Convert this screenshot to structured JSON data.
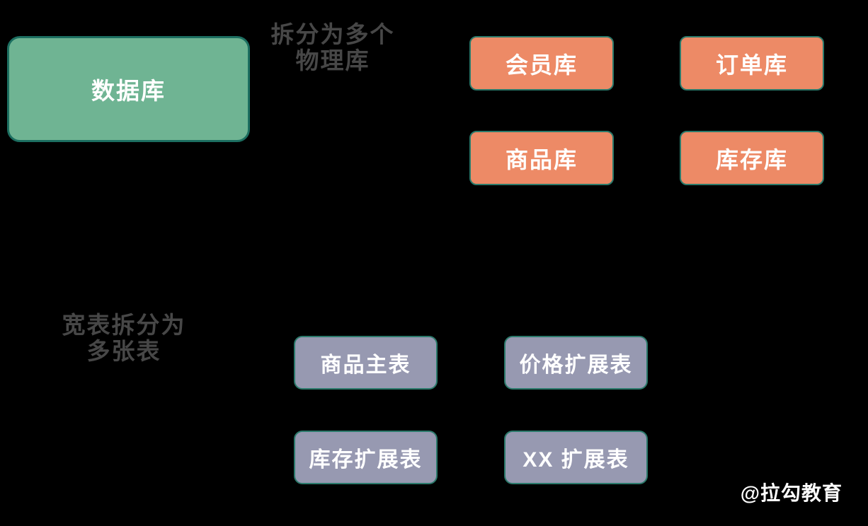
{
  "background": "#000000",
  "database_box": {
    "label": "数据库",
    "fill": "#6FB493",
    "border": "#1C6E60"
  },
  "annotations": {
    "text_color": "#474747",
    "physical_split": {
      "line1": "拆分为多个",
      "line2": "物理库"
    },
    "table_split": {
      "line1": "宽表拆分为",
      "line2": "多张表"
    }
  },
  "physical_databases": {
    "fill": "#ED8A66",
    "border": "#2B7A6B",
    "items": [
      {
        "label": "会员库"
      },
      {
        "label": "订单库"
      },
      {
        "label": "商品库"
      },
      {
        "label": "库存库"
      }
    ]
  },
  "tables": {
    "fill": "#9799B1",
    "border": "#2B7A6B",
    "items": [
      {
        "label": "商品主表"
      },
      {
        "label": "价格扩展表"
      },
      {
        "label": "库存扩展表"
      },
      {
        "label": "XX 扩展表"
      }
    ]
  },
  "watermark": {
    "label": "@拉勾教育",
    "color": "#FFFFFF"
  }
}
